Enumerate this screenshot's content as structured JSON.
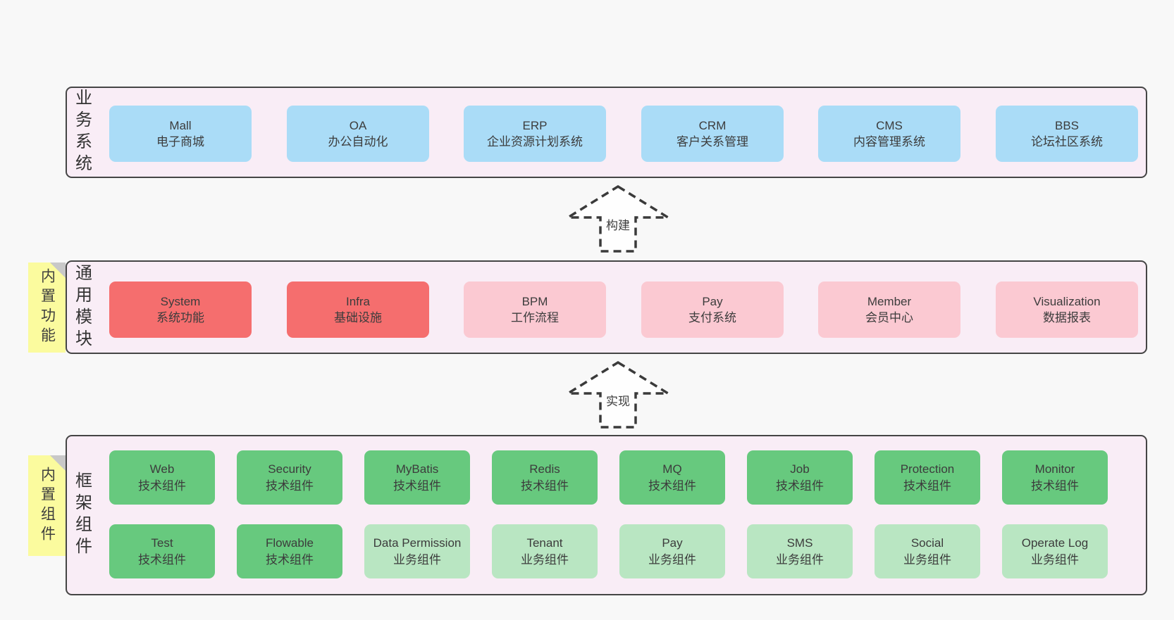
{
  "colors": {
    "page_bg": "#f8f8f8",
    "container_bg": "#f9edf6",
    "container_border": "#454545",
    "blue_box": "#aadcf7",
    "red_box": "#f56e6e",
    "pink_box": "#fbc9d2",
    "green_box": "#67c97e",
    "light_green_box": "#b9e6c2",
    "sticky_note": "#fbfb9e",
    "note_fold": "#c8c8c8",
    "text": "#3d3d3d"
  },
  "layers": {
    "business": {
      "label": "业务系统",
      "boxes": [
        {
          "en": "Mall",
          "zh": "电子商城"
        },
        {
          "en": "OA",
          "zh": "办公自动化"
        },
        {
          "en": "ERP",
          "zh": "企业资源计划系统"
        },
        {
          "en": "CRM",
          "zh": "客户关系管理"
        },
        {
          "en": "CMS",
          "zh": "内容管理系统"
        },
        {
          "en": "BBS",
          "zh": "论坛社区系统"
        }
      ]
    },
    "modules": {
      "label": "通用模块",
      "note": "内置功能",
      "boxes": [
        {
          "en": "System",
          "zh": "系统功能"
        },
        {
          "en": "Infra",
          "zh": "基础设施"
        },
        {
          "en": "BPM",
          "zh": "工作流程"
        },
        {
          "en": "Pay",
          "zh": "支付系统"
        },
        {
          "en": "Member",
          "zh": "会员中心"
        },
        {
          "en": "Visualization",
          "zh": "数据报表"
        }
      ]
    },
    "components": {
      "label": "框架组件",
      "note": "内置组件",
      "row1": [
        {
          "en": "Web",
          "zh": "技术组件"
        },
        {
          "en": "Security",
          "zh": "技术组件"
        },
        {
          "en": "MyBatis",
          "zh": "技术组件"
        },
        {
          "en": "Redis",
          "zh": "技术组件"
        },
        {
          "en": "MQ",
          "zh": "技术组件"
        },
        {
          "en": "Job",
          "zh": "技术组件"
        },
        {
          "en": "Protection",
          "zh": "技术组件"
        },
        {
          "en": "Monitor",
          "zh": "技术组件"
        }
      ],
      "row2": [
        {
          "en": "Test",
          "zh": "技术组件"
        },
        {
          "en": "Flowable",
          "zh": "技术组件"
        },
        {
          "en": "Data Permission",
          "zh": "业务组件"
        },
        {
          "en": "Tenant",
          "zh": "业务组件"
        },
        {
          "en": "Pay",
          "zh": "业务组件"
        },
        {
          "en": "SMS",
          "zh": "业务组件"
        },
        {
          "en": "Social",
          "zh": "业务组件"
        },
        {
          "en": "Operate Log",
          "zh": "业务组件"
        }
      ]
    }
  },
  "arrows": {
    "build": {
      "label": "构建"
    },
    "implement": {
      "label": "实现"
    }
  }
}
